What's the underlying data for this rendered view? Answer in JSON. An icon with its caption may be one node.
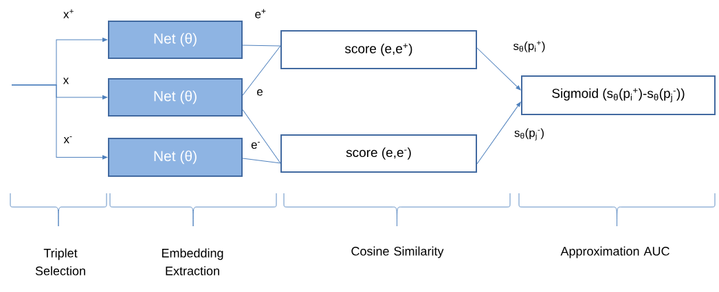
{
  "diagram": {
    "nodes": [
      {
        "text": [
          "Net (θ)"
        ]
      },
      {
        "text": [
          "Net (θ)"
        ]
      },
      {
        "text": [
          "Net (θ)"
        ]
      },
      {
        "text": [
          "score (e,e$^{+}$)"
        ]
      },
      {
        "text": [
          "score (e,e$^{-}$)"
        ]
      },
      {
        "text": [
          "Sigmoid (s$_{θ}$(p$_{i}$$^{+}$)-s$_{θ}$(p$_{j}$$^{-}$))"
        ]
      }
    ],
    "edges": [
      {
        "from": null,
        "to": 0,
        "arrow": "to",
        "label": "x$^{+}$"
      },
      {
        "from": null,
        "to": 1,
        "arrow": "to",
        "label": "x"
      },
      {
        "from": null,
        "to": 2,
        "arrow": "to",
        "label": "x$^{-}$"
      },
      {
        "from": 0,
        "to": 3,
        "arrow": "none",
        "label": "e$^{+}$"
      },
      {
        "from": 1,
        "to": 3,
        "arrow": "none",
        "label": "e"
      },
      {
        "from": 1,
        "to": 4,
        "arrow": "none"
      },
      {
        "from": 2,
        "to": 4,
        "arrow": "none",
        "label": "e$^{-}$"
      },
      {
        "from": 3,
        "to": 5,
        "arrow": "to",
        "label": "s$_{θ}$(p$_{i}$$^{+}$)"
      },
      {
        "from": 4,
        "to": 5,
        "arrow": "to",
        "label": "s$_{θ}$(p$_{j}$$^{-}$)"
      }
    ],
    "labels": [
      "Triplet Selection",
      "Embedding Extraction",
      "Cosine Similarity",
      "Approximation AUC"
    ]
  }
}
